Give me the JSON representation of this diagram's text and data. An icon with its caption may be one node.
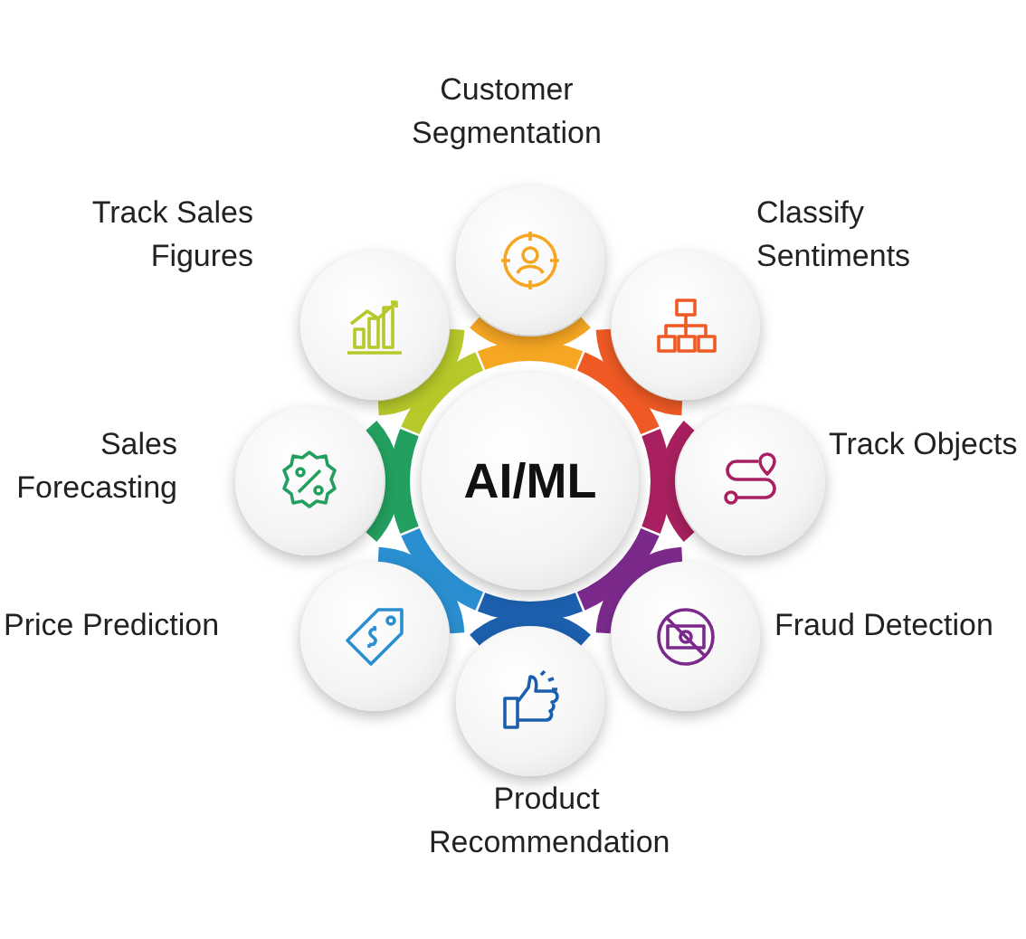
{
  "diagram": {
    "nodes": [
      {
        "text": [
          "AI/ML"
        ]
      },
      {
        "text": [],
        "shape": "picture",
        "beside": [
          "Customer Segmentation"
        ]
      },
      {
        "text": [],
        "shape": "picture",
        "beside": [
          "Classify Sentiments"
        ]
      },
      {
        "text": [],
        "shape": "picture",
        "beside": [
          "Track Objects"
        ]
      },
      {
        "text": [],
        "shape": "picture",
        "beside": [
          "Fraud Detection"
        ]
      },
      {
        "text": [],
        "shape": "picture",
        "beside": [
          "Product Recommendation"
        ]
      },
      {
        "text": [],
        "shape": "picture",
        "beside": [
          "Price Prediction"
        ]
      },
      {
        "text": [],
        "shape": "picture",
        "beside": [
          "Sales Forecasting"
        ]
      },
      {
        "text": [],
        "shape": "picture",
        "beside": [
          "Track Sales Figures"
        ]
      }
    ]
  }
}
